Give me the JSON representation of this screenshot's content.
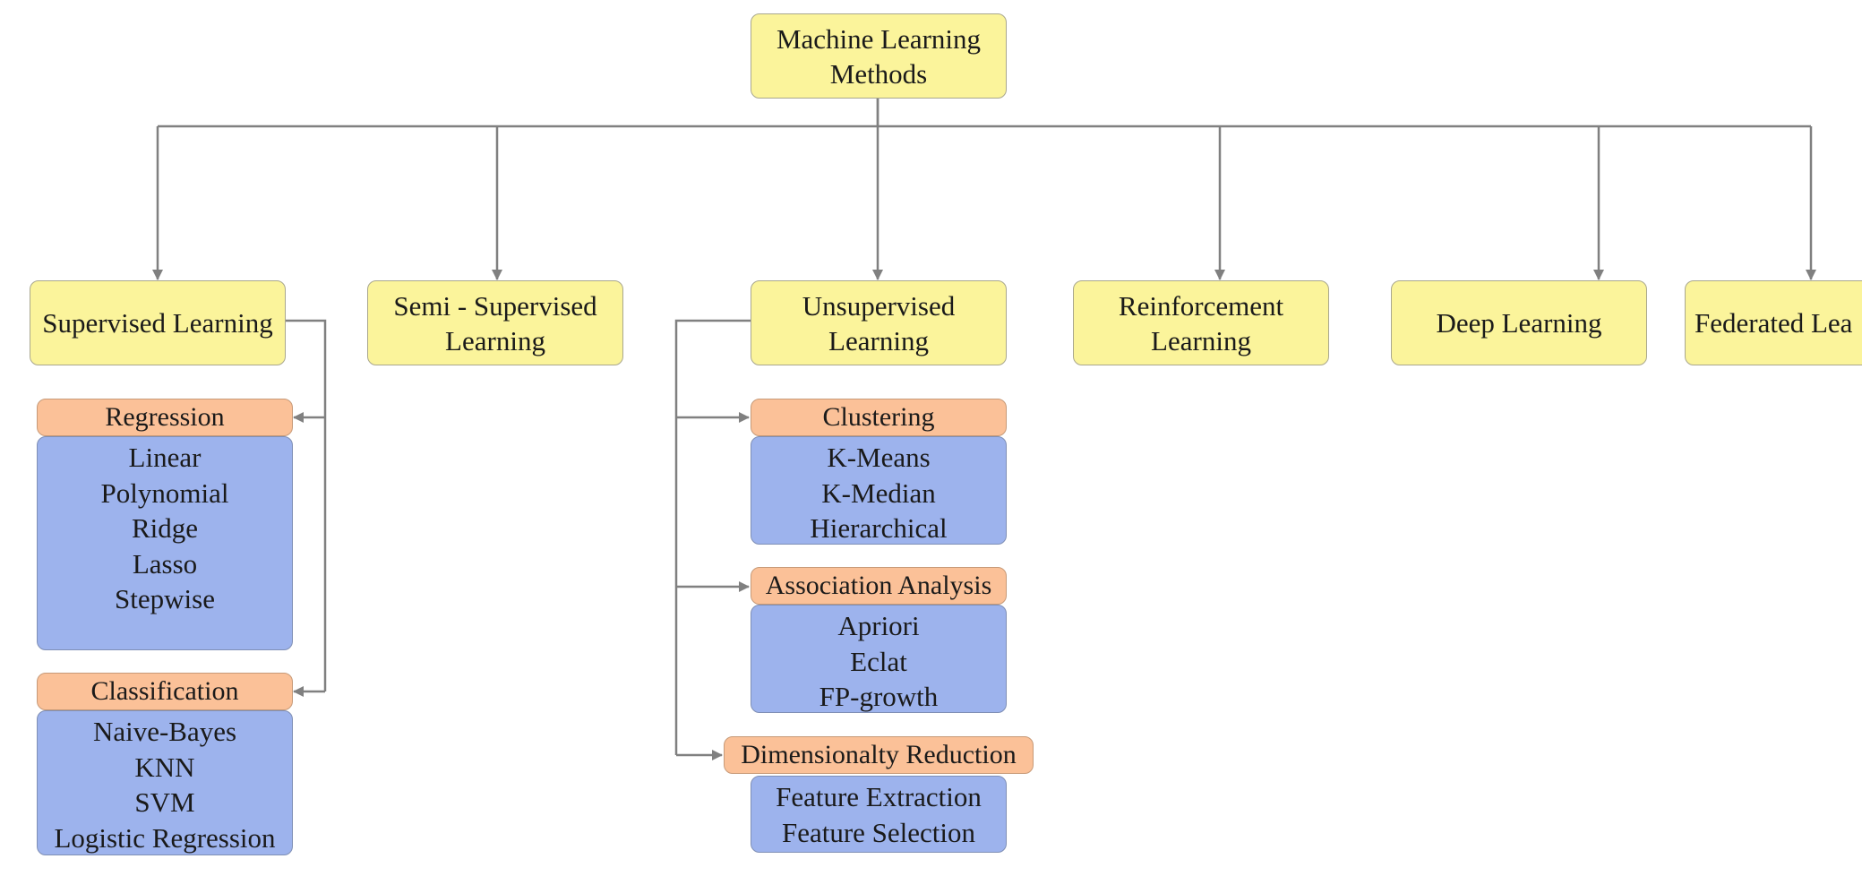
{
  "root": {
    "line1": "Machine Learning",
    "line2": "Methods"
  },
  "categories": {
    "supervised": {
      "line1": "Supervised Learning"
    },
    "semi_supervised": {
      "line1": "Semi - Supervised",
      "line2": "Learning"
    },
    "unsupervised": {
      "line1": "Unsupervised",
      "line2": "Learning"
    },
    "reinforcement": {
      "line1": "Reinforcement",
      "line2": "Learning"
    },
    "deep": {
      "line1": "Deep Learning"
    },
    "federated": {
      "line1": "Federated Lea"
    }
  },
  "supervised_groups": [
    {
      "title": "Regression",
      "items": [
        "Linear",
        "Polynomial",
        "Ridge",
        "Lasso",
        "Stepwise"
      ]
    },
    {
      "title": "Classification",
      "items": [
        "Naive-Bayes",
        "KNN",
        "SVM",
        "Logistic Regression"
      ]
    }
  ],
  "unsupervised_groups": [
    {
      "title": "Clustering",
      "items": [
        "K-Means",
        "K-Median",
        "Hierarchical"
      ]
    },
    {
      "title": "Association Analysis",
      "items": [
        "Apriori",
        "Eclat",
        "FP-growth"
      ]
    },
    {
      "title": "Dimensionalty Reduction",
      "items": [
        "Feature Extraction",
        "Feature Selection"
      ]
    }
  ],
  "colors": {
    "category_fill": "#fbf49b",
    "group_title_fill": "#fbc198",
    "group_items_fill": "#9db3ed",
    "connector": "#808080"
  }
}
